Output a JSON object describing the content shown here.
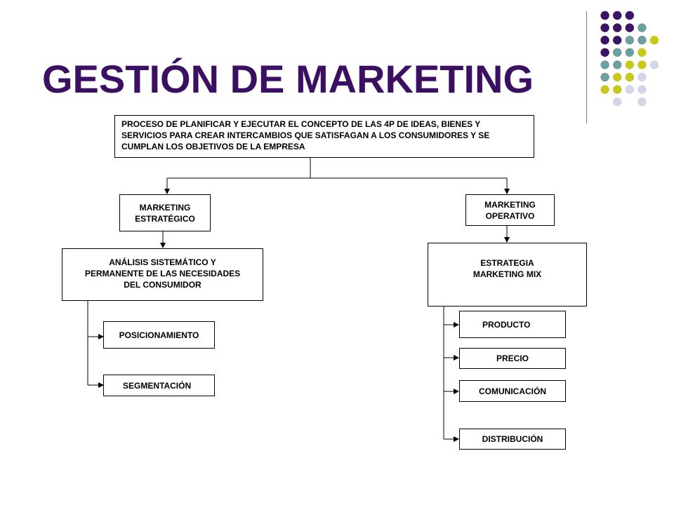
{
  "title": "GESTIÓN DE MARKETING",
  "colors": {
    "title": "#3b0f62",
    "purple": "#3b1466",
    "teal": "#6d9ea0",
    "olive": "#c8c81e",
    "lavender": "#d5d5ea",
    "line": "#000000"
  },
  "nodes": {
    "definition": "PROCESO DE PLANIFICAR Y EJECUTAR EL CONCEPTO DE LAS 4P DE IDEAS, BIENES Y SERVICIOS PARA CREAR INTERCAMBIOS QUE SATISFAGAN A LOS CONSUMIDORES Y SE CUMPLAN LOS OBJETIVOS DE LA EMPRESA",
    "strategic": {
      "line1": "MARKETING",
      "line2": "ESTRATÉGICO"
    },
    "operative": {
      "line1": "MARKETING",
      "line2": "OPERATIVO"
    },
    "analysis": {
      "line1": "ANÁLISIS SISTEMÁTICO Y",
      "line2": "PERMANENTE DE LAS NECESIDADES",
      "line3": "DEL CONSUMIDOR"
    },
    "strategy": {
      "line1": "ESTRATEGIA",
      "line2": "MARKETING MIX"
    },
    "positioning": "POSICIONAMIENTO",
    "segmentation": "SEGMENTACIÓN",
    "product": "PRODUCTO",
    "price": "PRECIO",
    "communication": "COMUNICACIÓN",
    "distribution": "DISTRIBUCIÓN"
  }
}
